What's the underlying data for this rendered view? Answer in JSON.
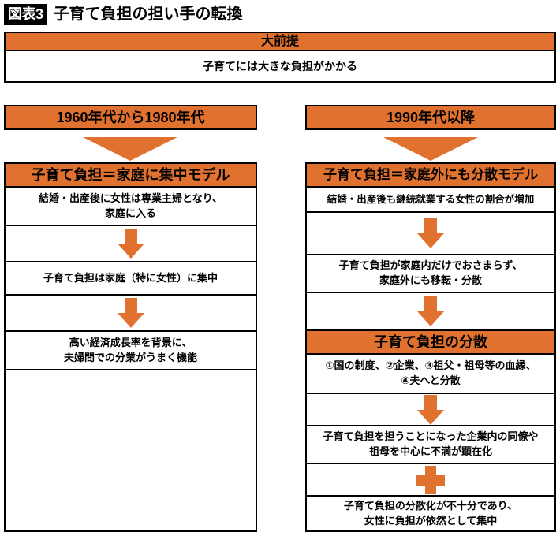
{
  "title": {
    "badge": "図表3",
    "text": "子育て負担の担い手の転換"
  },
  "premise": {
    "header": "大前提",
    "body": "子育てには大きな負担がかかる"
  },
  "left_column": {
    "era_header": "1960年代から1980年代",
    "model_header": "子育て負担＝家庭に集中モデル",
    "steps": [
      "結婚・出産後に女性は専業主婦となり、\n家庭に入る",
      "子育て負担は家庭（特に女性）に集中",
      "高い経済成長率を背景に、\n夫婦間での分業がうまく機能"
    ],
    "trailing_empty": ""
  },
  "right_column": {
    "era_header": "1990年代以降",
    "model_header": "子育て負担＝家庭外にも分散モデル",
    "steps": [
      "結婚・出産後も継続就業する女性の割合が増加",
      "子育て負担が家庭内だけでおさまらず、\n家庭外にも移転・分散"
    ],
    "dispersion_header": "子育て負担の分散",
    "dispersion_body": "①国の制度、②企業、③祖父・祖母等の血縁、\n④夫へと分散",
    "consequences": [
      "子育て負担を担うことになった企業内の同僚や\n祖母を中心に不満が顕在化",
      "子育て負担の分散化が不十分であり、\n女性に負担が依然として集中"
    ]
  },
  "colors": {
    "accent_orange": "#E1712F",
    "border_black": "#000000",
    "background_white": "#FFFFFF",
    "badge_black": "#000000"
  },
  "icons": {
    "wide_triangle": "triangle-down-icon",
    "block_arrow": "block-arrow-down-icon",
    "plus": "plus-icon"
  }
}
